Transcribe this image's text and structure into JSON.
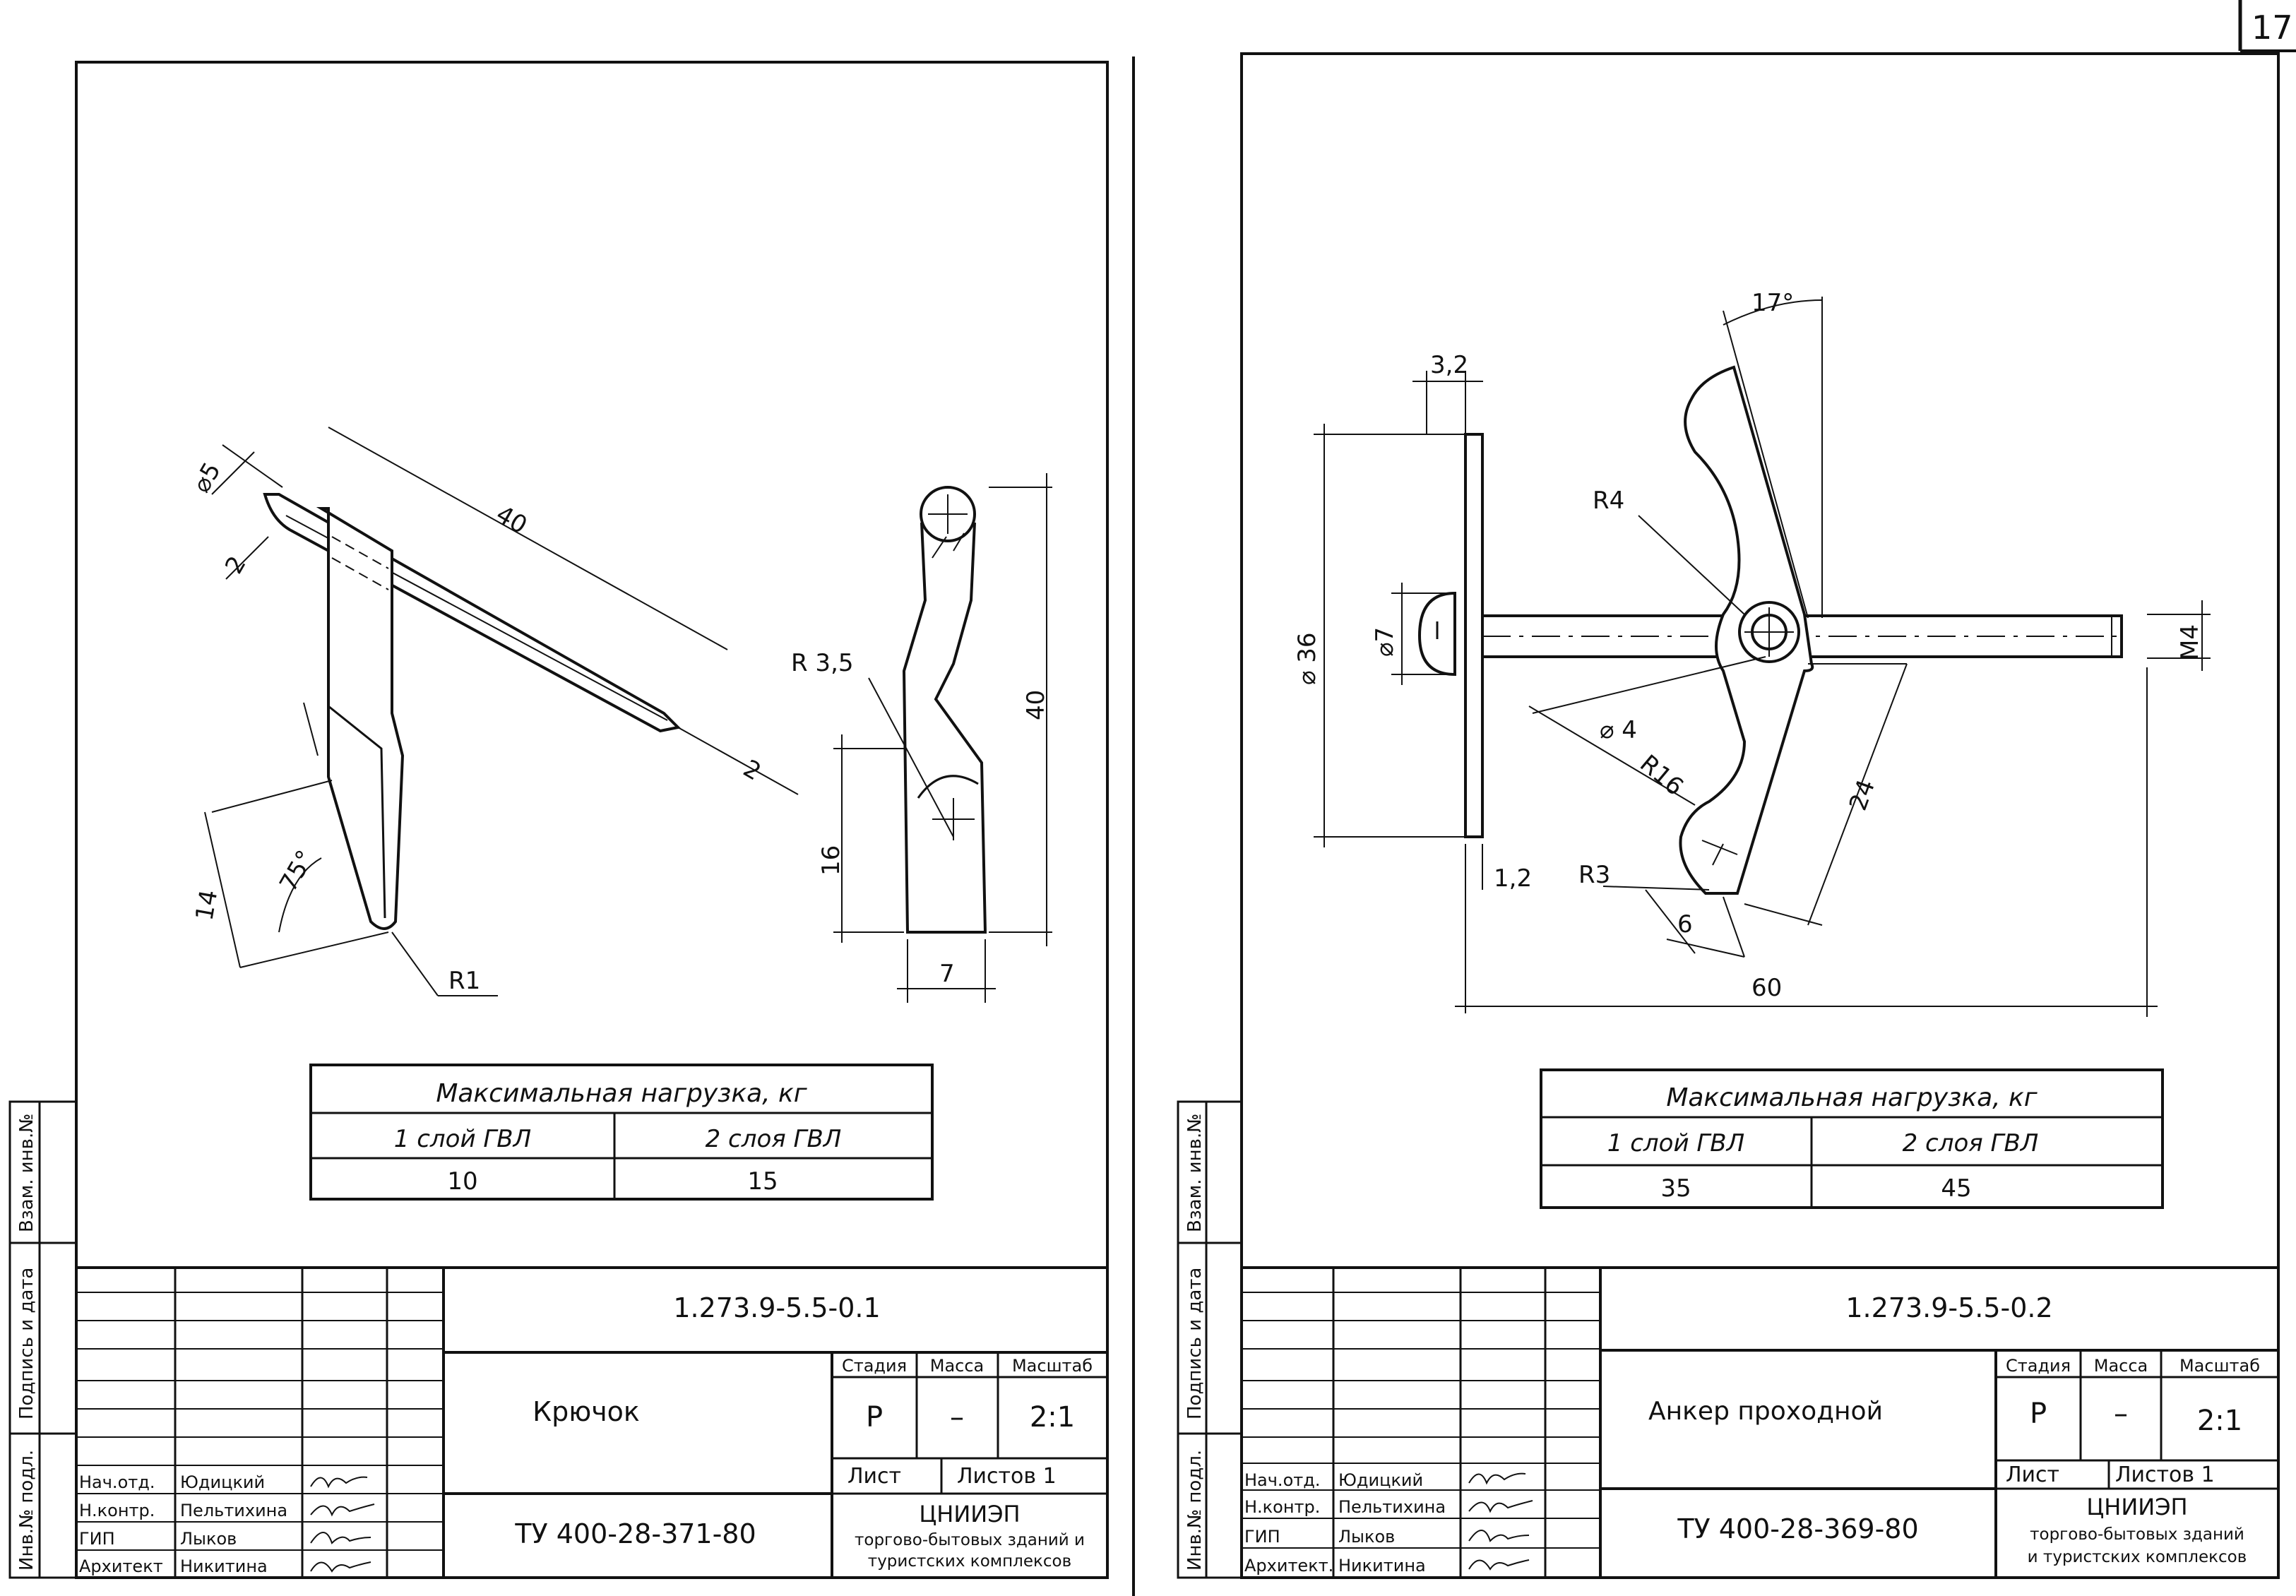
{
  "page_number": "17",
  "sheets": [
    {
      "part": {
        "dim_d5": "⌀5",
        "dim_2a": "2",
        "dim_40": "40",
        "dim_2b": "2",
        "dim_14": "14",
        "dim_75": "75°",
        "dim_r1": "R1"
      },
      "side": {
        "dim_r35": "R 3,5",
        "dim_40": "40",
        "dim_16": "16",
        "dim_7": "7"
      },
      "load_table": {
        "title": "Максимальная нагрузка, кг",
        "headers": [
          "1 слой ГВЛ",
          "2 слоя ГВЛ"
        ],
        "values": [
          "10",
          "15"
        ]
      },
      "stamp": {
        "doc_code": "1.273.9-5.5-0.1",
        "name": "Крючок",
        "stage_label": "Стадия",
        "mass_label": "Масса",
        "scale_label": "Масштаб",
        "stage": "Р",
        "mass": "–",
        "scale": "2:1",
        "sheet_label": "Лист",
        "sheets_label": "Листов 1",
        "tu": "ТУ 400-28-371-80",
        "org_1": "ЦНИИЭП",
        "org_2": "торгово-бытовых зданий и",
        "org_3": "туристских комплексов",
        "roles": [
          "Нач.отд.",
          "Н.контр.",
          "ГИП",
          "Архитект"
        ],
        "people": [
          "Юдицкий",
          "Пельтихина",
          "Лыков",
          "Никитина"
        ]
      },
      "margin": {
        "inv_podl": "Инв.№ подл.",
        "sign_date": "Подпись и дата",
        "vzam": "Взам. инв.№"
      }
    },
    {
      "part": {
        "dim_32": "3,2",
        "dim_d36": "⌀ 36",
        "dim_d7": "⌀7",
        "dim_12": "1,2",
        "dim_17": "17°",
        "dim_r4": "R4",
        "dim_d4": "⌀ 4",
        "dim_r16": "R16",
        "dim_r3": "R3",
        "dim_6": "6",
        "dim_24": "24",
        "dim_m4": "M4",
        "dim_60": "60"
      },
      "load_table": {
        "title": "Максимальная нагрузка, кг",
        "headers": [
          "1 слой ГВЛ",
          "2 слоя ГВЛ"
        ],
        "values": [
          "35",
          "45"
        ]
      },
      "stamp": {
        "doc_code": "1.273.9-5.5-0.2",
        "name": "Анкер проходной",
        "stage_label": "Стадия",
        "mass_label": "Масса",
        "scale_label": "Масштаб",
        "stage": "Р",
        "mass": "–",
        "scale": "2:1",
        "sheet_label": "Лист",
        "sheets_label": "Листов 1",
        "tu": "ТУ 400-28-369-80",
        "org_1": "ЦНИИЭП",
        "org_2": "торгово-бытовых зданий",
        "org_3": "и туристских комплексов",
        "roles": [
          "Нач.отд.",
          "Н.контр.",
          "ГИП",
          "Архитект."
        ],
        "people": [
          "Юдицкий",
          "Пельтихина",
          "Лыков",
          "Никитина"
        ]
      },
      "margin": {
        "inv_podl": "Инв.№ подл.",
        "sign_date": "Подпись и дата",
        "vzam": "Взам. инв.№"
      }
    }
  ]
}
